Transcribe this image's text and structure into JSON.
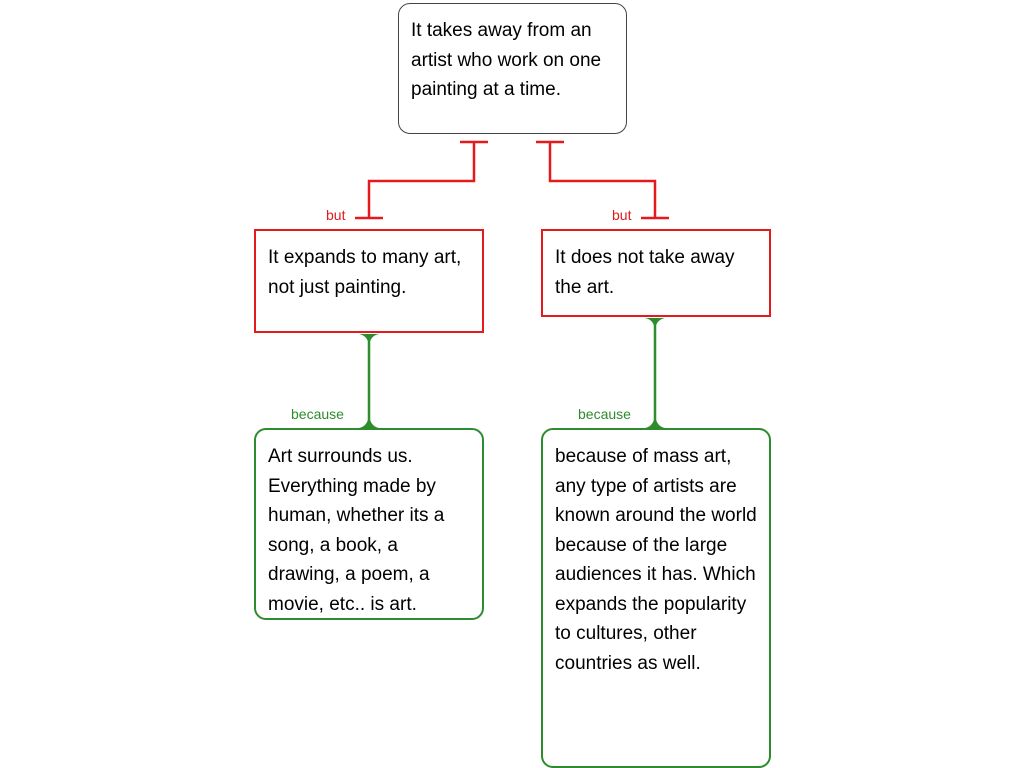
{
  "colors": {
    "objection": "#e41a1c",
    "reason": "#2e8b2e",
    "root_border": "#444444"
  },
  "root": {
    "text": "It takes away from an artist who work on one painting at a time."
  },
  "objections": [
    {
      "label": "but",
      "text": "It expands to many art, not just painting."
    },
    {
      "label": "but",
      "text": "It does not take away the art."
    }
  ],
  "reasons": [
    {
      "label": "because",
      "text": "Art surrounds us. Everything made by human, whether its a song, a book, a drawing, a poem, a movie, etc.. is art."
    },
    {
      "label": "because",
      "text": "because of mass art, any type of artists are known around the world because of the large audiences it has. Which expands the popularity to cultures, other countries as well."
    }
  ]
}
